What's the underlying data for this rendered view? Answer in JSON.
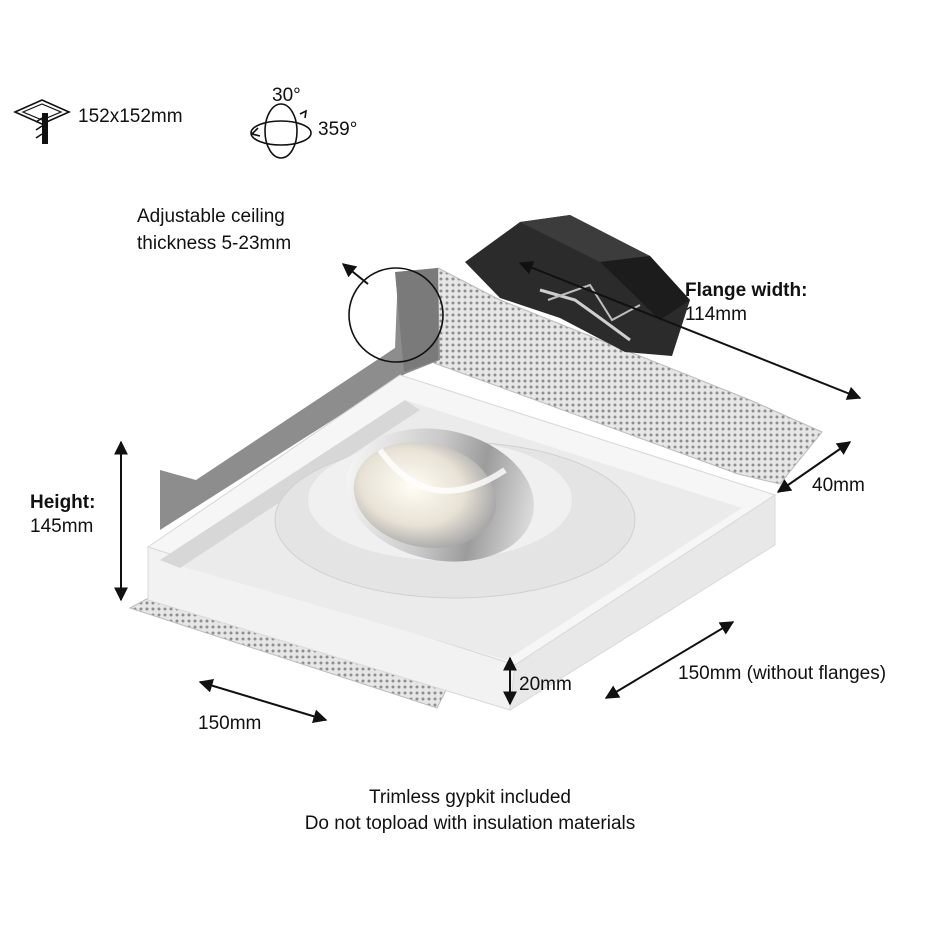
{
  "cutout": {
    "icon": "ceiling-cutout-icon",
    "text": "152x152mm"
  },
  "rotation": {
    "icon": "tilt-rotate-icon",
    "tilt": "30°",
    "rotate": "359°"
  },
  "ceiling": {
    "line1": "Adjustable ceiling",
    "line2": "thickness 5-23mm"
  },
  "flange": {
    "title": "Flange width:",
    "value": "114mm"
  },
  "height": {
    "title": "Height:",
    "value": "145mm"
  },
  "dims": {
    "flange_depth": "40mm",
    "bezel": "20mm",
    "length": "150mm (without flanges)",
    "width": "150mm"
  },
  "footer": {
    "line1": "Trimless gypkit included",
    "line2": "Do not topload with insulation materials"
  }
}
